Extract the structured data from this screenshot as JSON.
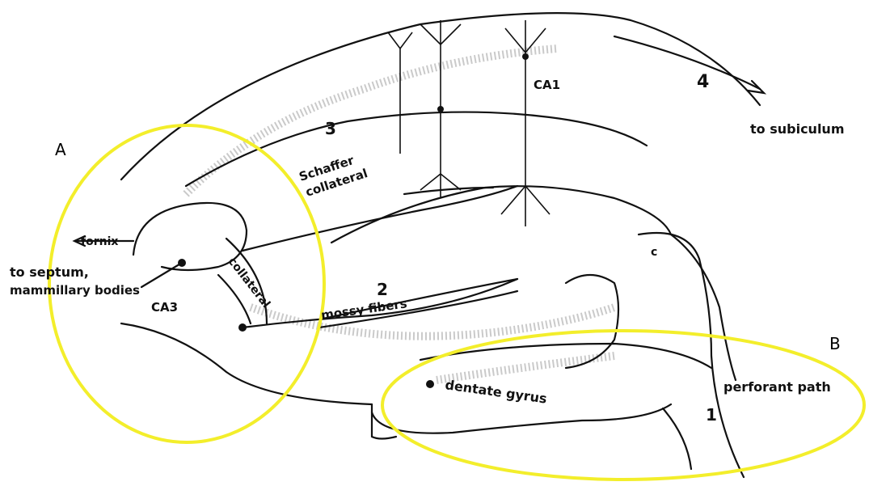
{
  "diagram": {
    "highlight_color": "#f3ee2b",
    "ink_color": "#111111",
    "markers": {
      "a": "A",
      "b": "B"
    },
    "labels": {
      "to_subiculum": "to subiculum",
      "ca1": "CA1",
      "schaffer": "Schaffer",
      "collateral": "collateral",
      "num3": "3",
      "num4": "4",
      "num2": "2",
      "num1": "1",
      "fornix": "fornix",
      "to_septum": "to septum,",
      "mammillary": "mammillary bodies",
      "ca3": "CA3",
      "collateral_ca3": "collateral",
      "mossy": "mossy fibers",
      "dentate": "dentate gyrus",
      "perforant": "perforant path",
      "c": "c"
    }
  }
}
